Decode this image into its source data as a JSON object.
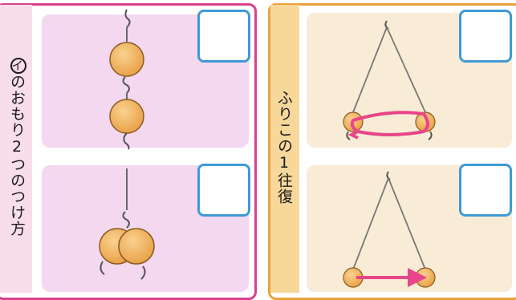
{
  "left_section": {
    "marker": "イ",
    "title_rest": "のおもり2つのつけ方"
  },
  "right_section": {
    "title": "ふりこの1往復"
  },
  "answer_boxes": [
    {
      "value": ""
    },
    {
      "value": ""
    },
    {
      "value": ""
    },
    {
      "value": ""
    }
  ],
  "colors": {
    "left_border": "#d8418f",
    "left_strip": "#f8ddea",
    "left_panel": "#f3d8ef",
    "right_border": "#e9a23b",
    "right_strip": "#f8d79a",
    "right_panel": "#f8ecd6",
    "answer_box_border": "#3f9ad6",
    "weight_fill": "#f2b766",
    "arrow": "#e8458a"
  }
}
